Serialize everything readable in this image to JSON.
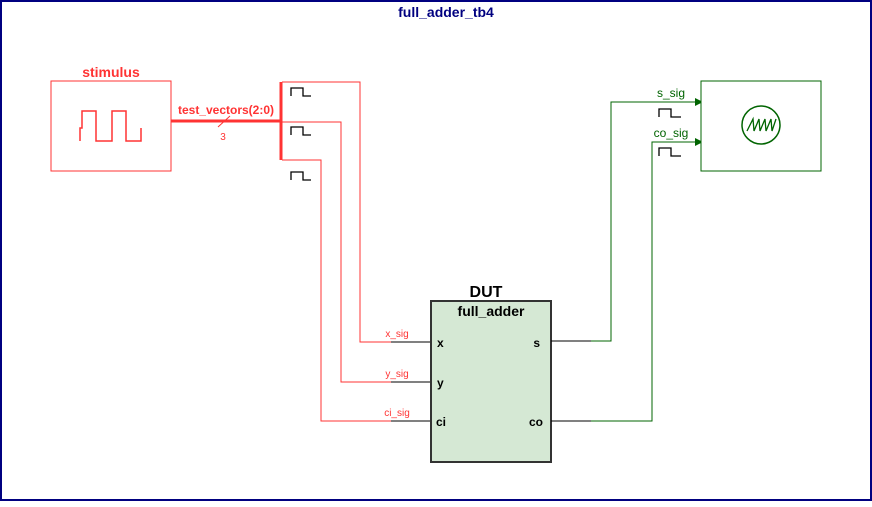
{
  "title": "full_adder_tb4",
  "stimulus": {
    "label": "stimulus",
    "bus_label": "test_vectors(2:0)",
    "bus_width": "3"
  },
  "dut": {
    "instance": "DUT",
    "entity": "full_adder",
    "ports_in": [
      "x",
      "y",
      "ci"
    ],
    "ports_out": [
      "s",
      "co"
    ]
  },
  "signals_in": [
    "x_sig",
    "y_sig",
    "ci_sig"
  ],
  "signals_out": [
    "s_sig",
    "co_sig"
  ],
  "colors": {
    "frame": "#000080",
    "stimulus": "#ff3333",
    "monitor": "#006400",
    "dut_fill": "#d5e8d4",
    "dut_border": "#333333",
    "wire_out": "#000000"
  }
}
